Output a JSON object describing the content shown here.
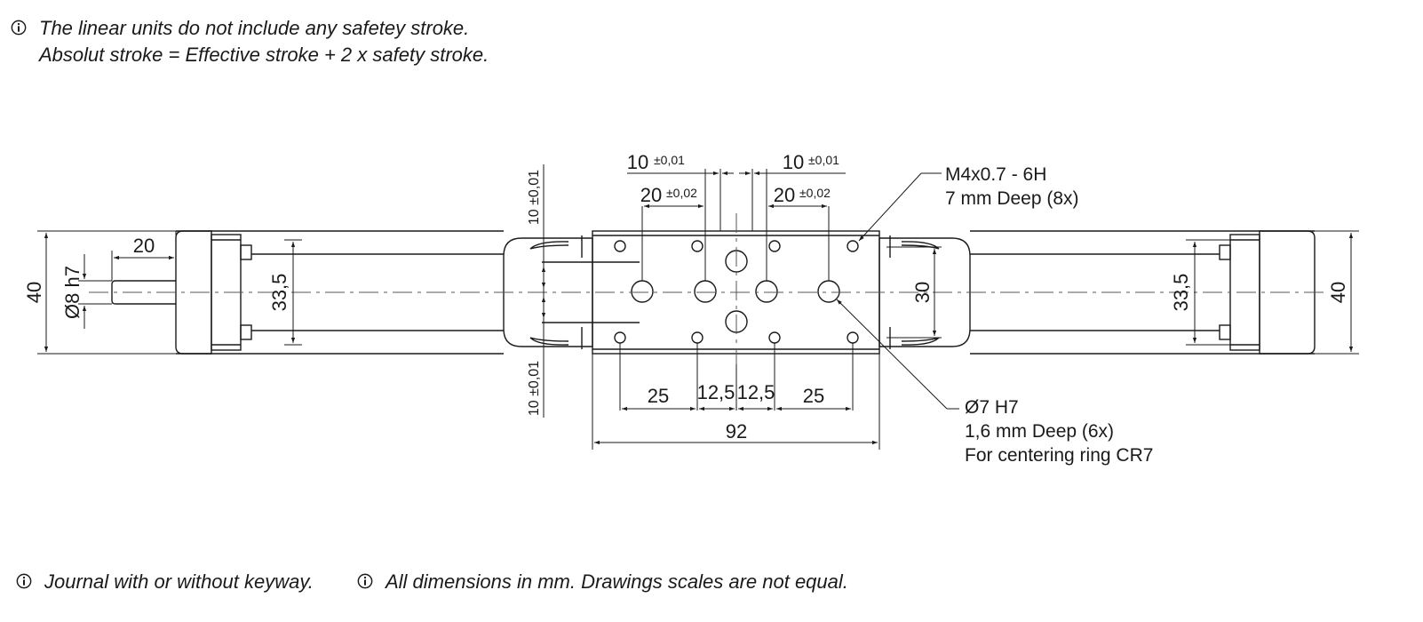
{
  "notes": {
    "stroke_line1": "The linear units do not include any safetey stroke.",
    "stroke_line2": "Absolut stroke = Effective stroke + 2 x safety stroke.",
    "journal": "Journal with or without keyway.",
    "units": "All dimensions in mm. Drawings scales are not equal."
  },
  "icons": {
    "info": "info-circle-icon"
  },
  "dimensions": {
    "overall_height_left": "40",
    "overall_height_right": "40",
    "shaft_length": "20",
    "shaft_diameter": "Ø8 h7",
    "rail_height_left": "33,5",
    "rail_height_right": "33,5",
    "carriage_inner": "30",
    "hole_spacing_top_outer_left": "10",
    "hole_spacing_top_outer_right": "10",
    "tol_001_a": "±0,01",
    "tol_001_b": "±0,01",
    "hole_spacing_top_inner_left": "20",
    "hole_spacing_top_inner_right": "20",
    "tol_002_a": "±0,02",
    "tol_002_b": "±0,02",
    "vertical_top": "10 ±0,01",
    "vertical_bottom": "10 ±0,01",
    "bottom_25_left": "25",
    "bottom_125_left": "12,5",
    "bottom_125_right": "12,5",
    "bottom_25_right": "25",
    "carriage_length": "92"
  },
  "callouts": {
    "thread_line1": "M4x0.7 - 6H",
    "thread_line2": "7 mm Deep (8x)",
    "bore_line1": "Ø7 H7",
    "bore_line2": "1,6 mm Deep (6x)",
    "bore_line3": "For centering ring CR7"
  }
}
